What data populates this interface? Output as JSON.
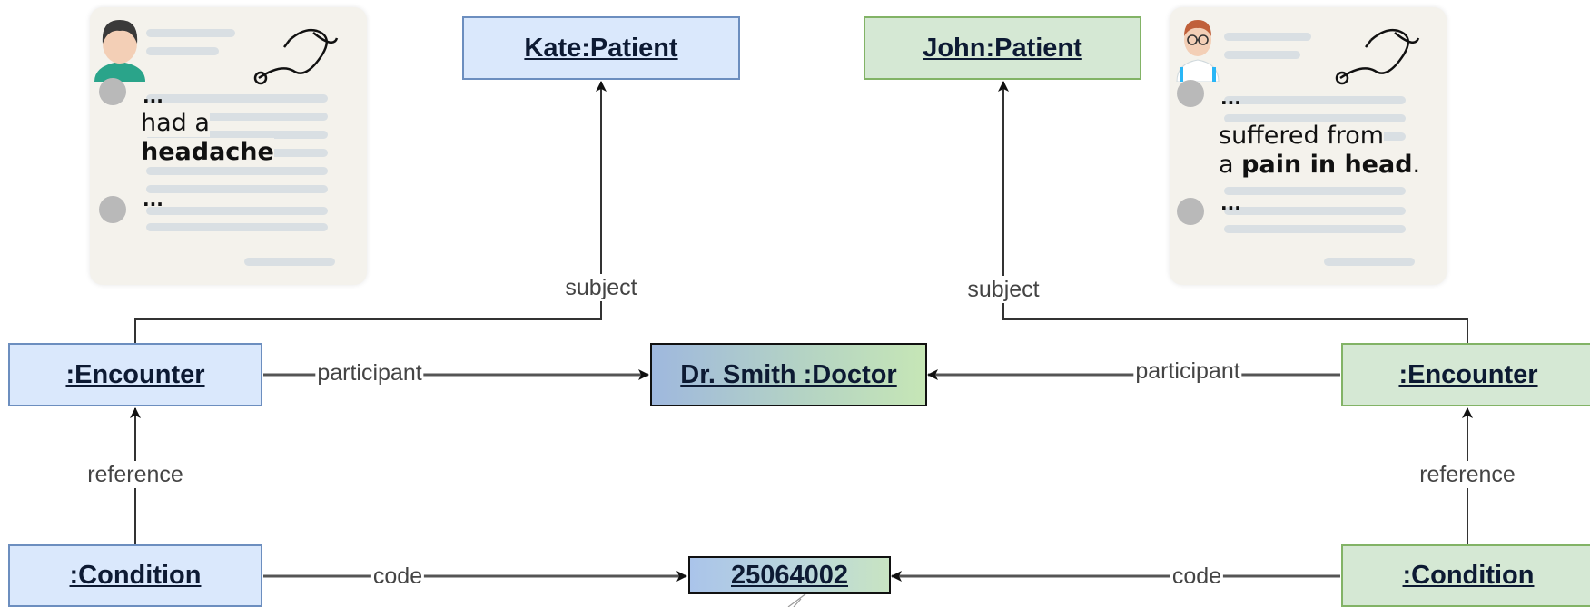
{
  "nodes": {
    "kate_patient": "Kate:Patient",
    "john_patient": "John:Patient",
    "encounter_left": ":Encounter",
    "encounter_right": ":Encounter",
    "doctor": "Dr. Smith :Doctor",
    "condition_left": ":Condition",
    "condition_right": ":Condition",
    "code_value": "25064002"
  },
  "edge_labels": {
    "subject_left": "subject",
    "subject_right": "subject",
    "participant_left": "participant",
    "participant_right": "participant",
    "reference_left": "reference",
    "reference_right": "reference",
    "code_left": "code",
    "code_right": "code"
  },
  "notes": {
    "left": {
      "ellipsis_1": "...",
      "text_line_1": "had a",
      "text_line_2_bold": "headache",
      "ellipsis_2": "..."
    },
    "right": {
      "ellipsis_1": "...",
      "text_line_1": "suffered from",
      "text_line_2_prefix": "a ",
      "text_line_2_bold": "pain in head",
      "text_line_2_suffix": ".",
      "ellipsis_2": "..."
    }
  },
  "icons": {
    "left_avatar": "person-avatar-icon",
    "right_avatar": "doctor-avatar-icon",
    "stethoscope": "stethoscope-icon"
  },
  "colors": {
    "patient_left_fill": "#dae8fc",
    "patient_right_fill": "#d5e8d4",
    "edge_stroke": "#555555",
    "arrow_head": "#111111"
  }
}
